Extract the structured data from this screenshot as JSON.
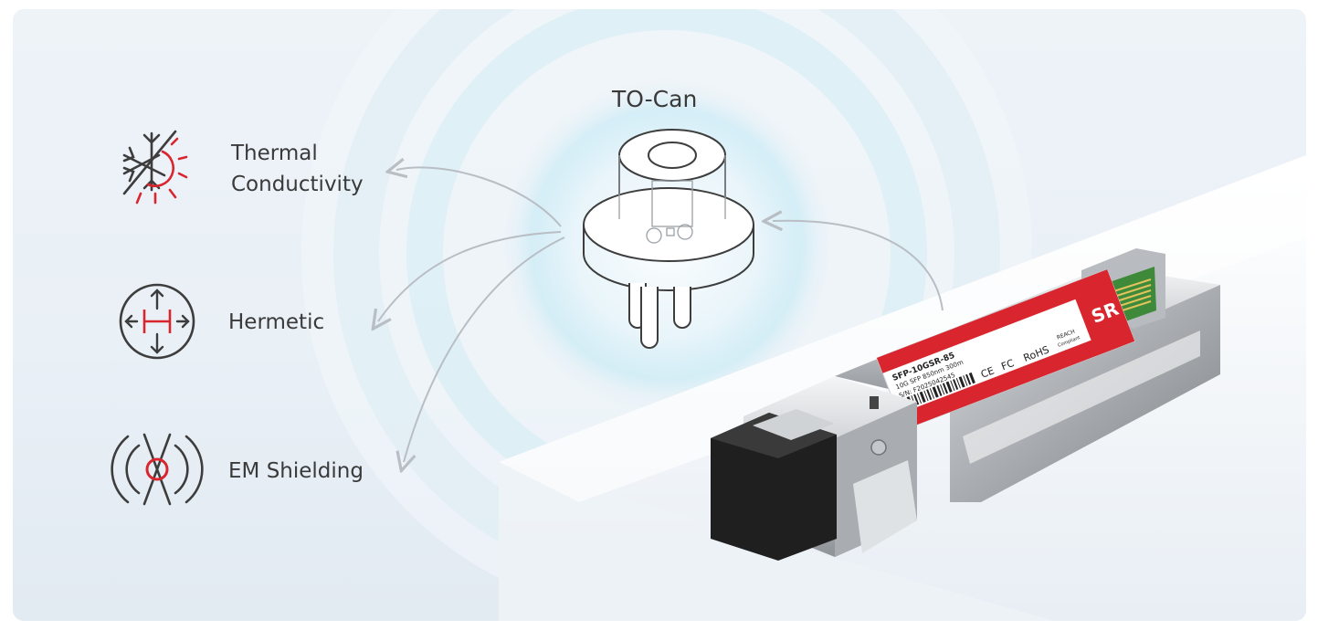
{
  "title": "TO-Can",
  "features": [
    {
      "name": "thermal",
      "lines": [
        "Thermal",
        "Conductivity"
      ],
      "icon": "snowflake-sun-icon"
    },
    {
      "name": "hermetic",
      "lines": [
        "Hermetic"
      ],
      "icon": "hermetic-seal-icon"
    },
    {
      "name": "em",
      "lines": [
        "EM Shielding"
      ],
      "icon": "em-shield-icon"
    }
  ],
  "module": {
    "part_number": "SFP-10GSR-85",
    "spec": "10G SFP 850nm 300m",
    "serial": "S/N: F2025042545",
    "badge": "SR",
    "rohs": "RoHS",
    "reach": "REACH",
    "reach_sub": "Compliant",
    "ce": "CE",
    "fc": "FC"
  },
  "colors": {
    "accent_red": "#d9262e",
    "icon_dark": "#3d3d3d",
    "glow": "#bfe8f5"
  }
}
